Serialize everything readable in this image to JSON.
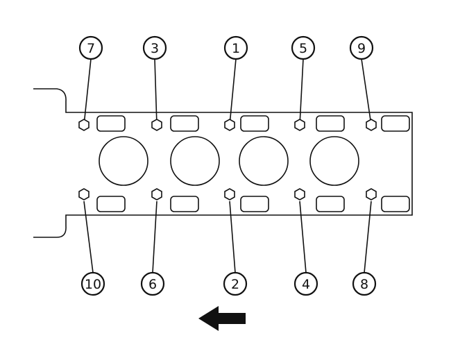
{
  "callouts": {
    "top": [
      "7",
      "3",
      "1",
      "5",
      "9"
    ],
    "bottom": [
      "10",
      "6",
      "2",
      "4",
      "8"
    ]
  },
  "cylinder_count": 4,
  "direction_arrow": {
    "direction": "left",
    "icon": "arrow-left-icon"
  }
}
